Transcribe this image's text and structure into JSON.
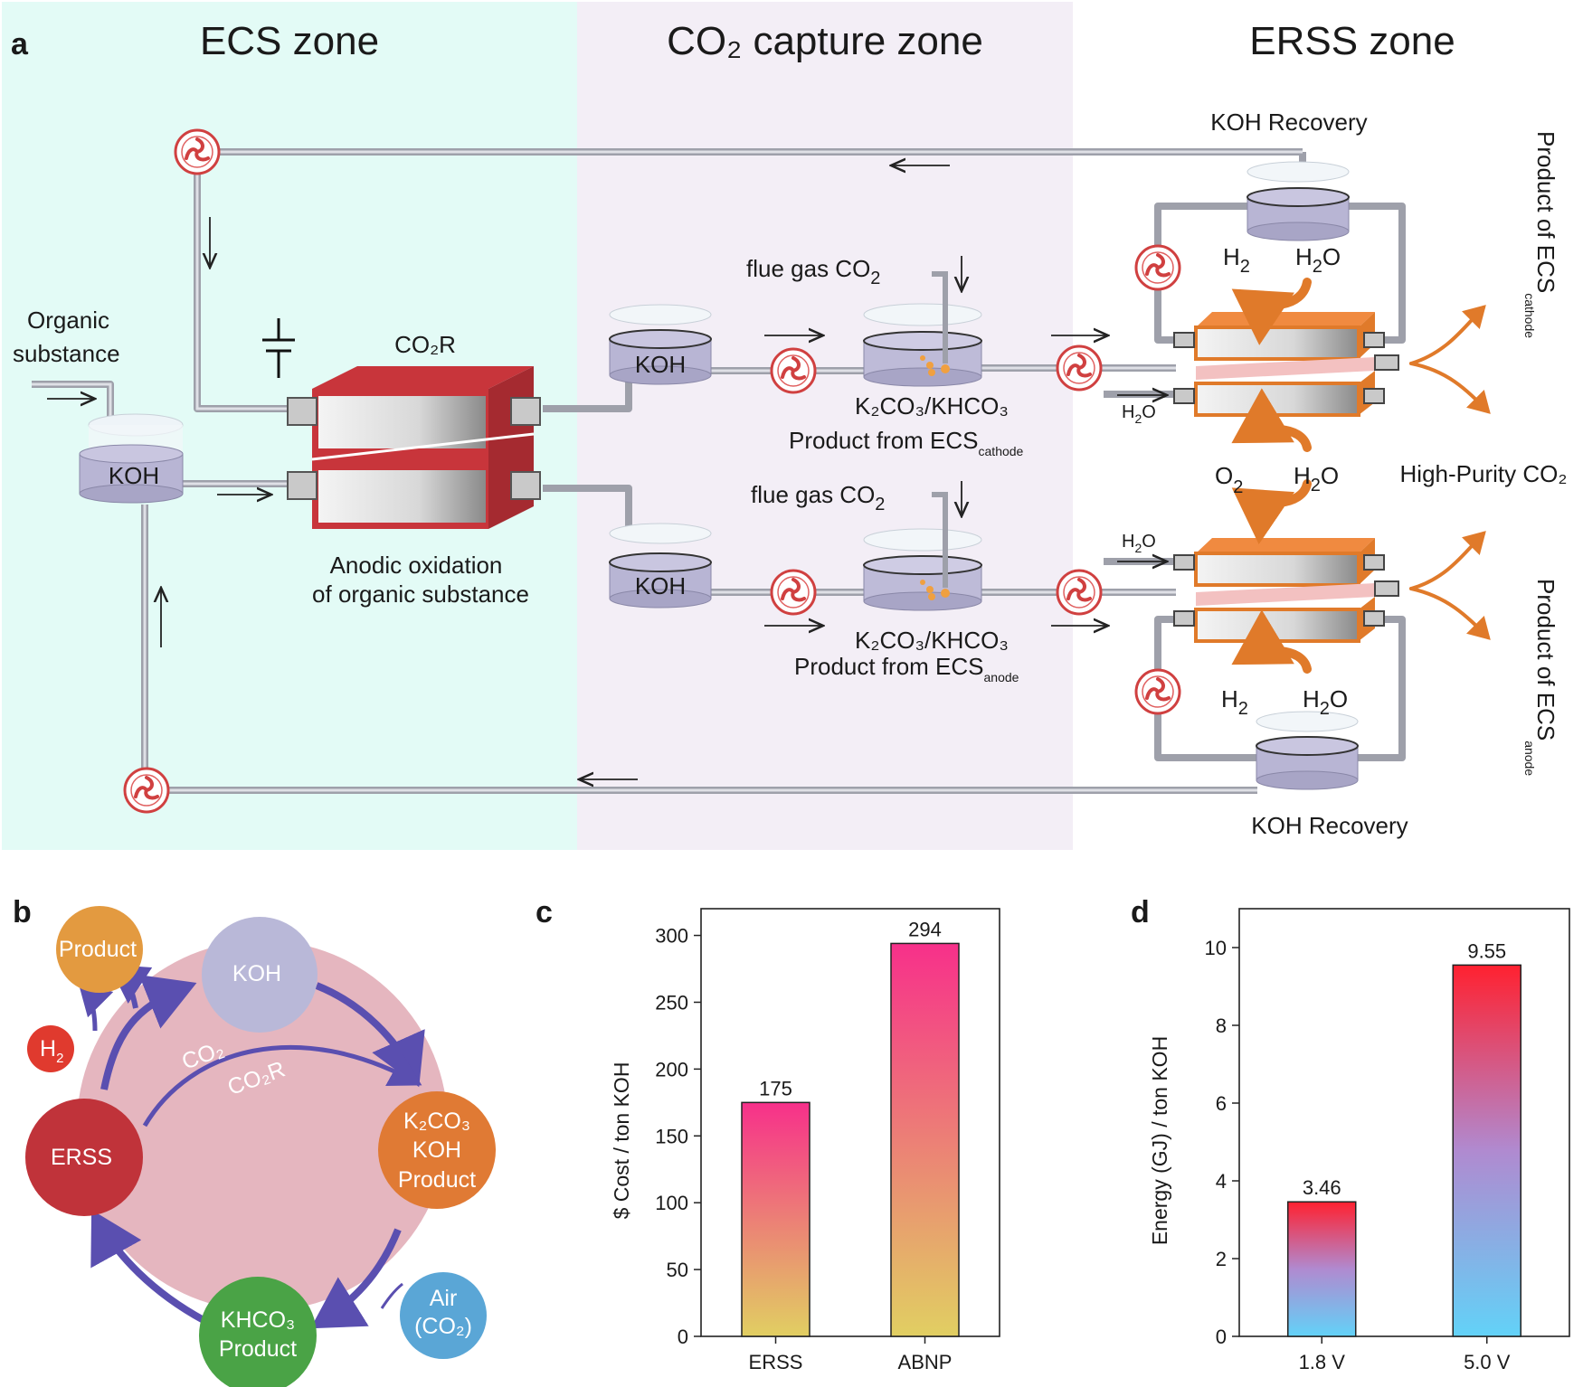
{
  "panel_a": {
    "letter": "a",
    "zones": {
      "ecs": "ECS zone",
      "capture": "CO₂ capture zone",
      "erss": "ERSS zone"
    },
    "labels": {
      "organic_substance_1": "Organic",
      "organic_substance_2": "substance",
      "koh_left": "KOH",
      "co2r": "CO₂R",
      "anodic_1": "Anodic oxidation",
      "anodic_2": "of organic substance",
      "koh_top": "KOH",
      "koh_bottom": "KOH",
      "flue_gas_top": "flue gas CO",
      "flue_gas_top_sub": "2",
      "flue_gas_bottom": "flue gas CO",
      "flue_gas_bottom_sub": "2",
      "k2co3_top": "K₂CO₃/KHCO₃",
      "product_ecs_top": "Product from ECS",
      "product_ecs_top_sub": "cathode",
      "k2co3_bottom": "K₂CO₃/KHCO₃",
      "product_ecs_bottom": "Product from ECS",
      "product_ecs_bottom_sub": "anode",
      "koh_recovery_top": "KOH Recovery",
      "koh_recovery_bottom": "KOH  Recovery",
      "h2_top": "H",
      "h2_top_sub": "2",
      "h2o_top": "H",
      "h2o_top_sub": "2",
      "h2o_top_o": "O",
      "h2o_in_top": "H",
      "h2o_in_top_sub": "2",
      "h2o_in_top_o": "O",
      "o2_mid": "O",
      "o2_mid_sub": "2",
      "h2o_mid": "H",
      "h2o_mid_sub": "2",
      "h2o_mid_o": "O",
      "h2o_in_bottom": "H",
      "h2o_in_bottom_sub": "2",
      "h2o_in_bottom_o": "O",
      "h2_bottom": "H",
      "h2_bottom_sub": "2",
      "h2o_bottom": "H",
      "h2o_bottom_sub": "2",
      "h2o_bottom_o": "O",
      "high_purity": "High-Purity CO₂",
      "prod_cathode": "Product of ECS",
      "prod_cathode_sub": "cathode",
      "prod_anode": "Product of ECS",
      "prod_anode_sub": "anode"
    }
  },
  "panel_b": {
    "letter": "b",
    "nodes": {
      "product": "Product",
      "koh": "KOH",
      "h2": "H",
      "h2_sub": "2",
      "erss": "ERSS",
      "k2co3_1": "K₂CO₃",
      "k2co3_2": "KOH",
      "k2co3_3": "Product",
      "khco3_1": "KHCO₃",
      "khco3_2": "Product",
      "air_1": "Air",
      "air_2": "(CO₂)",
      "co2": "CO₂",
      "co2r": "CO₂R"
    },
    "colors": {
      "product": "#e39a40",
      "koh": "#b9b8d8",
      "h2": "#e03a2e",
      "erss": "#c0333a",
      "k2co3": "#e07a34",
      "khco3": "#4aa346",
      "air": "#5aa6d6",
      "cycle_bg": "#e5b6bf",
      "arrow": "#5a4fb0"
    }
  },
  "chart_data": [
    {
      "panel": "c",
      "type": "bar",
      "categories": [
        "ERSS",
        "ABNP"
      ],
      "values": [
        175,
        294
      ],
      "value_labels": [
        "175",
        "294"
      ],
      "ylabel": "$ Cost / ton KOH",
      "ylim": [
        0,
        320
      ],
      "yticks": [
        0,
        50,
        100,
        150,
        200,
        250,
        300
      ],
      "gradient": [
        "#f0306e",
        "#e3c25c"
      ]
    },
    {
      "panel": "d",
      "type": "bar",
      "categories": [
        "1.8 V",
        "5.0 V"
      ],
      "values": [
        3.46,
        9.55
      ],
      "value_labels": [
        "3.46",
        "9.55"
      ],
      "ylabel": "Energy (GJ) / ton KOH",
      "ylim": [
        0,
        11
      ],
      "yticks": [
        0,
        2,
        4,
        6,
        8,
        10
      ],
      "gradient": [
        "#ff1f2e",
        "#6ccff5"
      ]
    }
  ]
}
